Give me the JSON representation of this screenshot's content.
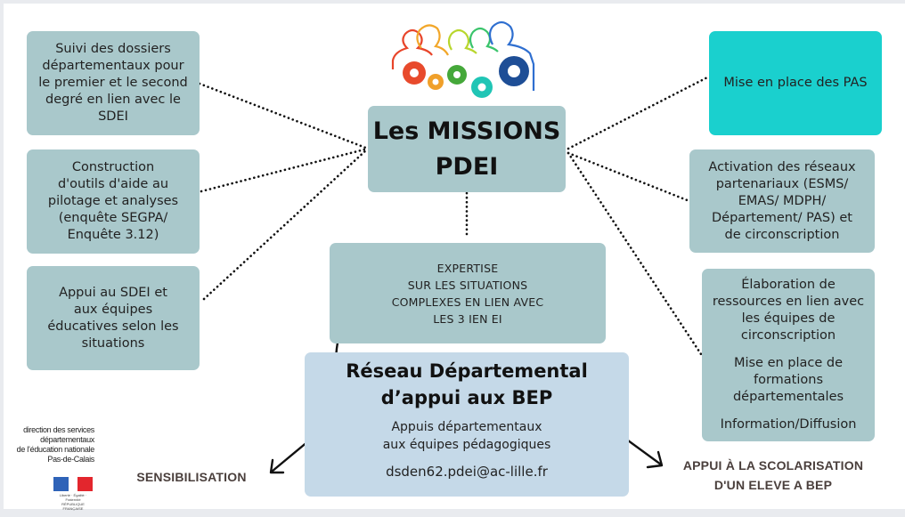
{
  "title": {
    "line1": "Les MISSIONS",
    "line2": "PDEI"
  },
  "left_boxes": [
    {
      "lines": [
        "Suivi des dossiers",
        "départementaux pour",
        "le premier et le second",
        "degré en lien avec le",
        "SDEI"
      ]
    },
    {
      "lines": [
        "Construction",
        "d'outils d'aide au",
        "pilotage et analyses",
        "(enquête SEGPA/",
        "Enquête 3.12)"
      ]
    },
    {
      "lines": [
        "Appui au SDEI et",
        "aux équipes",
        "éducatives selon les",
        "situations"
      ]
    }
  ],
  "right_boxes": [
    {
      "lines": [
        "Mise en place des PAS"
      ],
      "highlight": true
    },
    {
      "lines": [
        "Activation des réseaux",
        "partenariaux (ESMS/",
        "EMAS/ MDPH/",
        "Département/ PAS) et",
        "de circonscription"
      ]
    },
    {
      "groups": [
        [
          "Élaboration de",
          "ressources en lien avec",
          "les équipes de",
          "circonscription"
        ],
        [
          "Mise en place de",
          "formations",
          "départementales"
        ],
        [
          "Information/Diffusion"
        ]
      ]
    }
  ],
  "expertise": {
    "lines": [
      "EXPERTISE",
      "SUR LES SITUATIONS",
      "COMPLEXES EN LIEN AVEC",
      "LES 3 IEN EI"
    ]
  },
  "network": {
    "title_line1": "Réseau Départemental",
    "title_line2": "d’appui aux BEP",
    "sub_line1": "Appuis départementaux",
    "sub_line2": "aux équipes pédagogiques",
    "email": "dsden62.pdei@ac-lille.fr"
  },
  "outcomes": {
    "left": "SENSIBILISATION",
    "right_line1": "APPUI À LA SCOLARISATION",
    "right_line2": "D'UN ELEVE A BEP"
  },
  "logo": {
    "lines": [
      "direction des services",
      "départementaux",
      "de l’éducation nationale",
      "Pas-de-Calais"
    ],
    "caption_line1": "Liberté · Égalité · Fraternité",
    "caption_line2": "RÉPUBLIQUE FRANÇAISE"
  },
  "colors": {
    "box": "#a9c8cb",
    "highlight": "#1ad0ce",
    "network": "#c5d9e8",
    "outcome_text": "#4a3f3c"
  }
}
